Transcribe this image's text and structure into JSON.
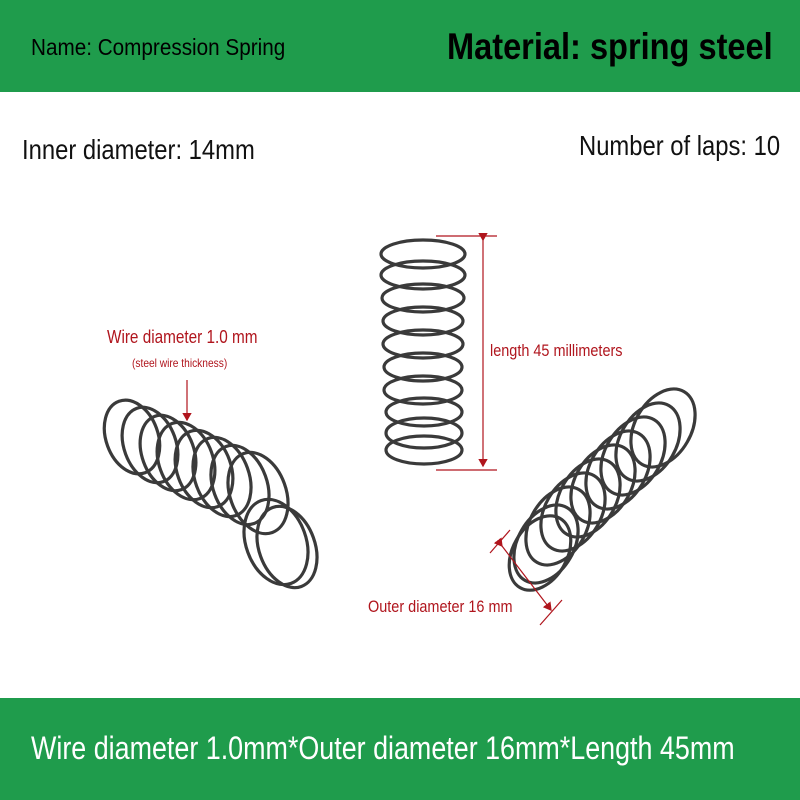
{
  "header": {
    "name_label": "Name: Compression Spring",
    "material_label": "Material: spring steel"
  },
  "specs": {
    "inner_diameter": "Inner diameter: 14mm",
    "laps": "Number of laps: 10"
  },
  "annotations": {
    "wire_diameter": "Wire diameter 1.0 mm",
    "wire_note": "(steel wire thickness)",
    "length": "length 45 millimeters",
    "outer_diameter": "Outer diameter 16 mm"
  },
  "footer": {
    "summary": "Wire diameter 1.0mm*Outer diameter 16mm*Length 45mm"
  },
  "colors": {
    "banner": "#1f9c4c",
    "annotation": "#b0151d",
    "spring_wire": "#3a3a3a"
  }
}
